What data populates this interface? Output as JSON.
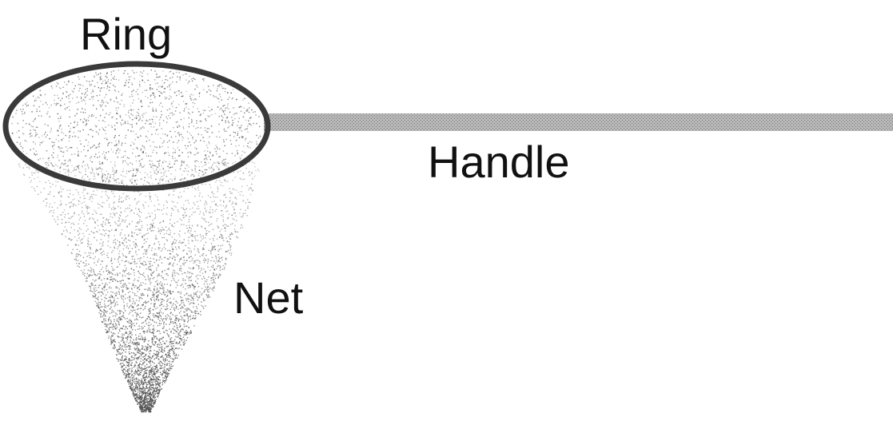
{
  "labels": {
    "ring": "Ring",
    "handle": "Handle",
    "net": "Net"
  },
  "colors": {
    "ring_stroke": "#3a3a3a",
    "handle_fill": "#a8a8a8",
    "net_dots": "#555555",
    "text": "#111111",
    "background": "#ffffff"
  },
  "icons": {
    "ring": "ellipse-outline",
    "handle": "horizontal-bar",
    "net": "stippled-cone"
  }
}
